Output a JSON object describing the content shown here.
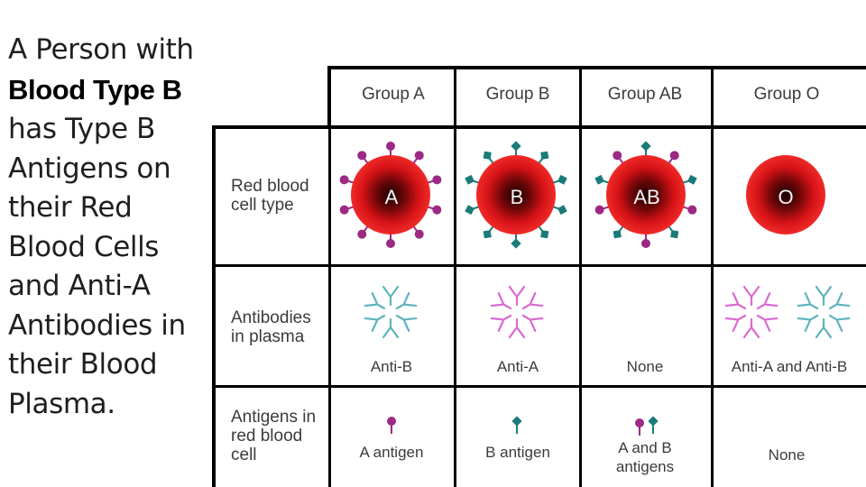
{
  "caption": {
    "part1": "A Person with ",
    "bold": "Blood Type B",
    "part2": " has Type B Antigens on their Red Blood Cells and Anti-A Antibodies in their Blood Plasma."
  },
  "table": {
    "groups": [
      "Group A",
      "Group B",
      "Group AB",
      "Group O"
    ],
    "cell_letters": [
      "A",
      "B",
      "AB",
      "O"
    ],
    "row_labels": {
      "rbc": [
        "Red blood",
        "cell type"
      ],
      "antibodies": [
        "Antibodies",
        "in plasma"
      ],
      "antigens": [
        "Antigens in",
        "red blood",
        "cell"
      ]
    },
    "antibodies": [
      "Anti-B",
      "Anti-A",
      "None",
      "Anti-A and Anti-B"
    ],
    "antigens": [
      [
        "A antigen"
      ],
      [
        "B antigen"
      ],
      [
        "A and B",
        "antigens"
      ],
      [
        "None"
      ]
    ]
  },
  "colors": {
    "a_antigen": "#9c2a84",
    "b_antigen": "#1a7b78",
    "anti_a": "#d86bd0",
    "anti_b": "#5fb4bd",
    "cell_red": "#e8161c"
  }
}
